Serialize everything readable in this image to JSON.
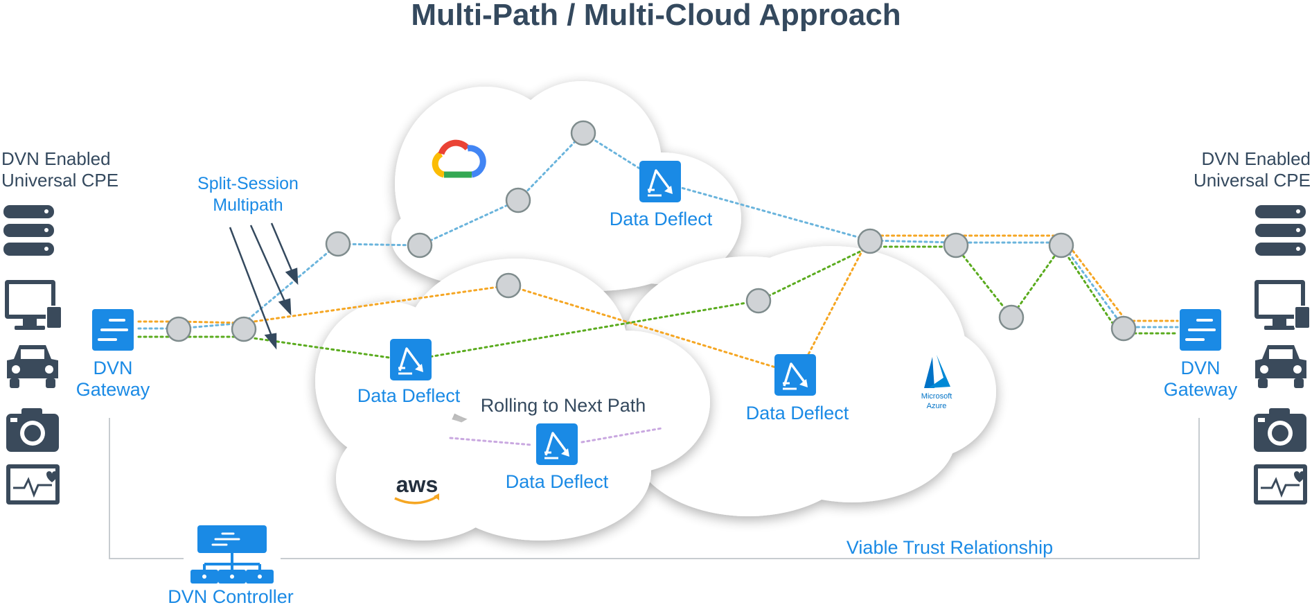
{
  "title": "Multi-Path / Multi-Cloud Approach",
  "left_endpoint": {
    "label_line1": "DVN Enabled",
    "label_line2": "Universal CPE",
    "gateway_line1": "DVN",
    "gateway_line2": "Gateway",
    "devices": [
      "server-icon",
      "desktop-icon",
      "car-icon",
      "camera-icon",
      "health-monitor-icon"
    ]
  },
  "right_endpoint": {
    "label_line1": "DVN Enabled",
    "label_line2": "Universal CPE",
    "gateway_line1": "DVN",
    "gateway_line2": "Gateway",
    "devices": [
      "server-icon",
      "desktop-icon",
      "car-icon",
      "camera-icon",
      "health-monitor-icon"
    ]
  },
  "split_session": {
    "line1": "Split-Session",
    "line2": "Multipath"
  },
  "clouds": [
    {
      "provider": "Google Cloud",
      "logo": "google-cloud-logo"
    },
    {
      "provider": "AWS",
      "logo_text": "aws"
    },
    {
      "provider": "Microsoft Azure",
      "logo_text_line1": "Microsoft",
      "logo_text_line2": "Azure"
    }
  ],
  "data_deflect": [
    {
      "label": "Data Deflect"
    },
    {
      "label": "Data Deflect"
    },
    {
      "label": "Data Deflect"
    },
    {
      "label": "Data Deflect"
    }
  ],
  "rolling_label": "Rolling to Next Path",
  "controller_label": "DVN Controller",
  "trust_label": "Viable Trust Relationship",
  "colors": {
    "title": "#34495e",
    "accent_blue": "#1a8ae5",
    "path_blue": "#6ab4dc",
    "path_orange": "#f5a623",
    "path_green": "#5aab1e",
    "path_purple": "#c9a8e0",
    "node_fill": "#d0d3d6",
    "device": "#3a4a5b"
  }
}
